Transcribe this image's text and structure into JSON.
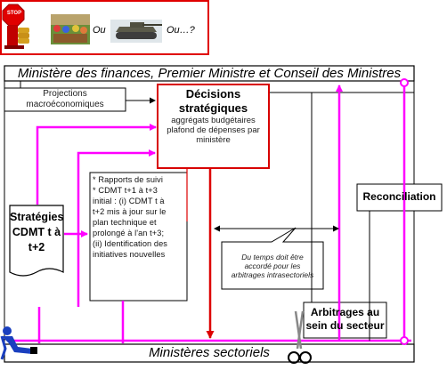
{
  "top_banner": {
    "ou_1": "Ou",
    "ou_2": "Ou…?",
    "stop_sign": "STOP"
  },
  "header": {
    "title": "Ministère des finances, Premier Ministre et Conseil des Ministres"
  },
  "footer": {
    "title": "Ministères sectoriels"
  },
  "boxes": {
    "projections": {
      "line1": "Projections",
      "line2": "macroéconomiques"
    },
    "decisions": {
      "title": "Décisions stratégiques",
      "line1": "aggrégats budgétaires",
      "line2": "plafond de dépenses par",
      "line3": "ministère"
    },
    "rapports": {
      "lines": [
        "* Rapports de suivi",
        "* CDMT t+1  à t+3",
        "initial : (i) CDMT t à",
        "t+2 mis à jour sur le",
        "plan technique et",
        "prolongé à l'an t+3;",
        "(ii) Identification des",
        "initiatives nouvelles"
      ]
    },
    "strategies": {
      "line1": "Stratégies",
      "line2": "CDMT t à",
      "line3": "t+2"
    },
    "reconciliation": {
      "label": "Reconciliation"
    },
    "temps": {
      "line1": "Du temps doit être",
      "line2": "accordé pour les",
      "line3": "arbitrages intrasectoriels"
    },
    "arbitrages": {
      "line1": "Arbitrages au",
      "line2": "sein du secteur"
    }
  },
  "colors": {
    "magenta": "#ff00ff",
    "red": "#dd0000",
    "banner_border": "#e00000"
  }
}
